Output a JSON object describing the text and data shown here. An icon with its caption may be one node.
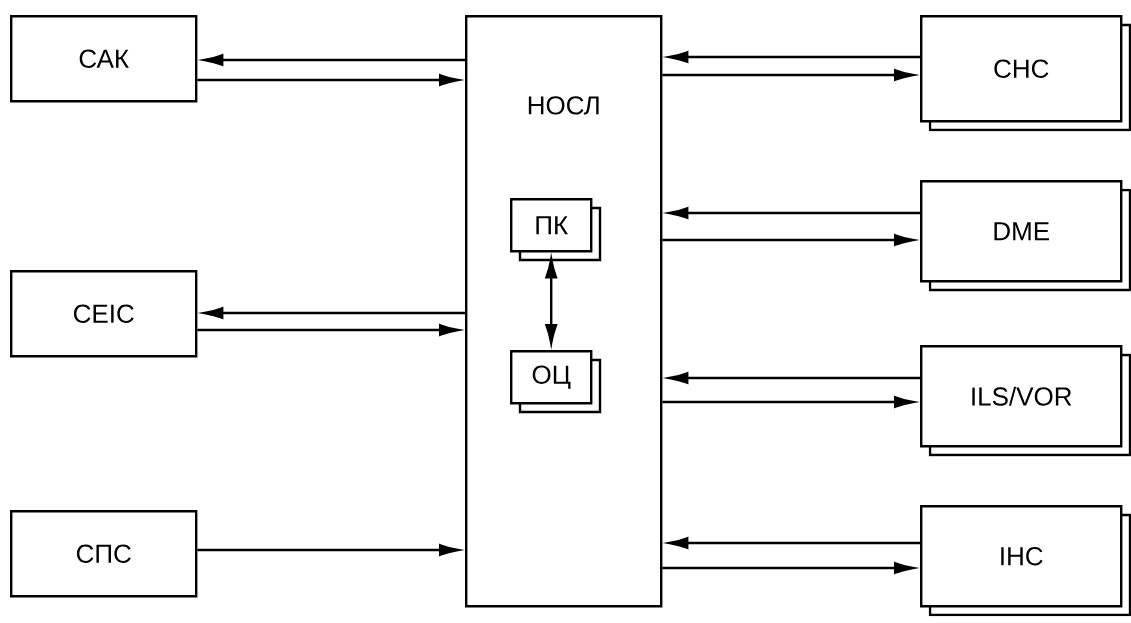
{
  "diagram": {
    "nodes": [
      {
        "text": [
          "САК"
        ]
      },
      {
        "text": [
          "CEIC"
        ]
      },
      {
        "text": [
          "СПС"
        ]
      },
      {
        "text": [
          "НОСЛ"
        ]
      },
      {
        "text": [
          "ПК"
        ],
        "in": 3
      },
      {
        "text": [
          "ОЦ"
        ],
        "in": 3
      },
      {
        "text": [
          "СНС"
        ]
      },
      {
        "text": [
          "DME"
        ]
      },
      {
        "text": [
          "ILS/VOR"
        ]
      },
      {
        "text": [
          "ІНС"
        ]
      }
    ],
    "edges": [
      {
        "from": 3,
        "to": 0,
        "arrow": "to"
      },
      {
        "from": 0,
        "to": 3,
        "arrow": "to"
      },
      {
        "from": 3,
        "to": 1,
        "arrow": "to"
      },
      {
        "from": 1,
        "to": 3,
        "arrow": "to"
      },
      {
        "from": 2,
        "to": 3,
        "arrow": "to"
      },
      {
        "from": 4,
        "to": 5,
        "arrow": "both"
      },
      {
        "from": 6,
        "to": 3,
        "arrow": "to"
      },
      {
        "from": 3,
        "to": 6,
        "arrow": "to"
      },
      {
        "from": 7,
        "to": 3,
        "arrow": "to"
      },
      {
        "from": 3,
        "to": 7,
        "arrow": "to"
      },
      {
        "from": 8,
        "to": 3,
        "arrow": "to"
      },
      {
        "from": 3,
        "to": 8,
        "arrow": "to"
      },
      {
        "from": 9,
        "to": 3,
        "arrow": "to"
      },
      {
        "from": 3,
        "to": 9,
        "arrow": "to"
      }
    ]
  }
}
